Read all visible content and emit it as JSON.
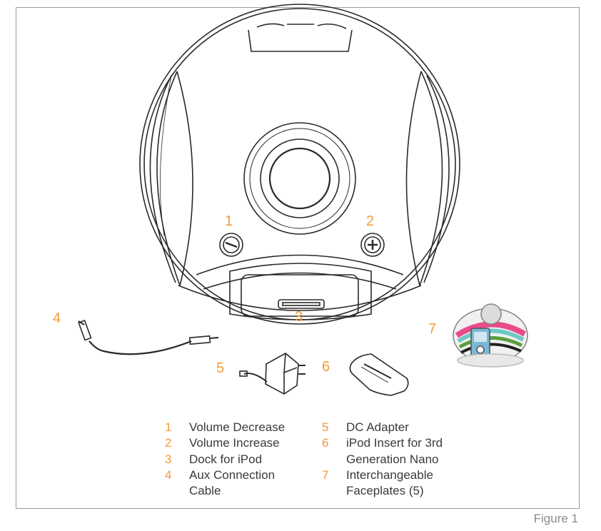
{
  "colors": {
    "accent": "#f39a3a",
    "line": "#2a2a2a",
    "text": "#3a3a3a"
  },
  "callouts": [
    "1",
    "2",
    "3",
    "4",
    "5",
    "6",
    "7"
  ],
  "legend_left": [
    {
      "num": "1",
      "lines": [
        "Volume Decrease"
      ]
    },
    {
      "num": "2",
      "lines": [
        "Volume Increase"
      ]
    },
    {
      "num": "3",
      "lines": [
        "Dock for iPod"
      ]
    },
    {
      "num": "4",
      "lines": [
        "Aux Connection",
        "Cable"
      ]
    }
  ],
  "legend_right": [
    {
      "num": "5",
      "lines": [
        "DC Adapter"
      ]
    },
    {
      "num": "6",
      "lines": [
        "iPod Insert for 3rd",
        "Generation Nano"
      ]
    },
    {
      "num": "7",
      "lines": [
        "Interchangeable",
        "Faceplates (5)"
      ]
    }
  ],
  "caption": "Figure 1"
}
